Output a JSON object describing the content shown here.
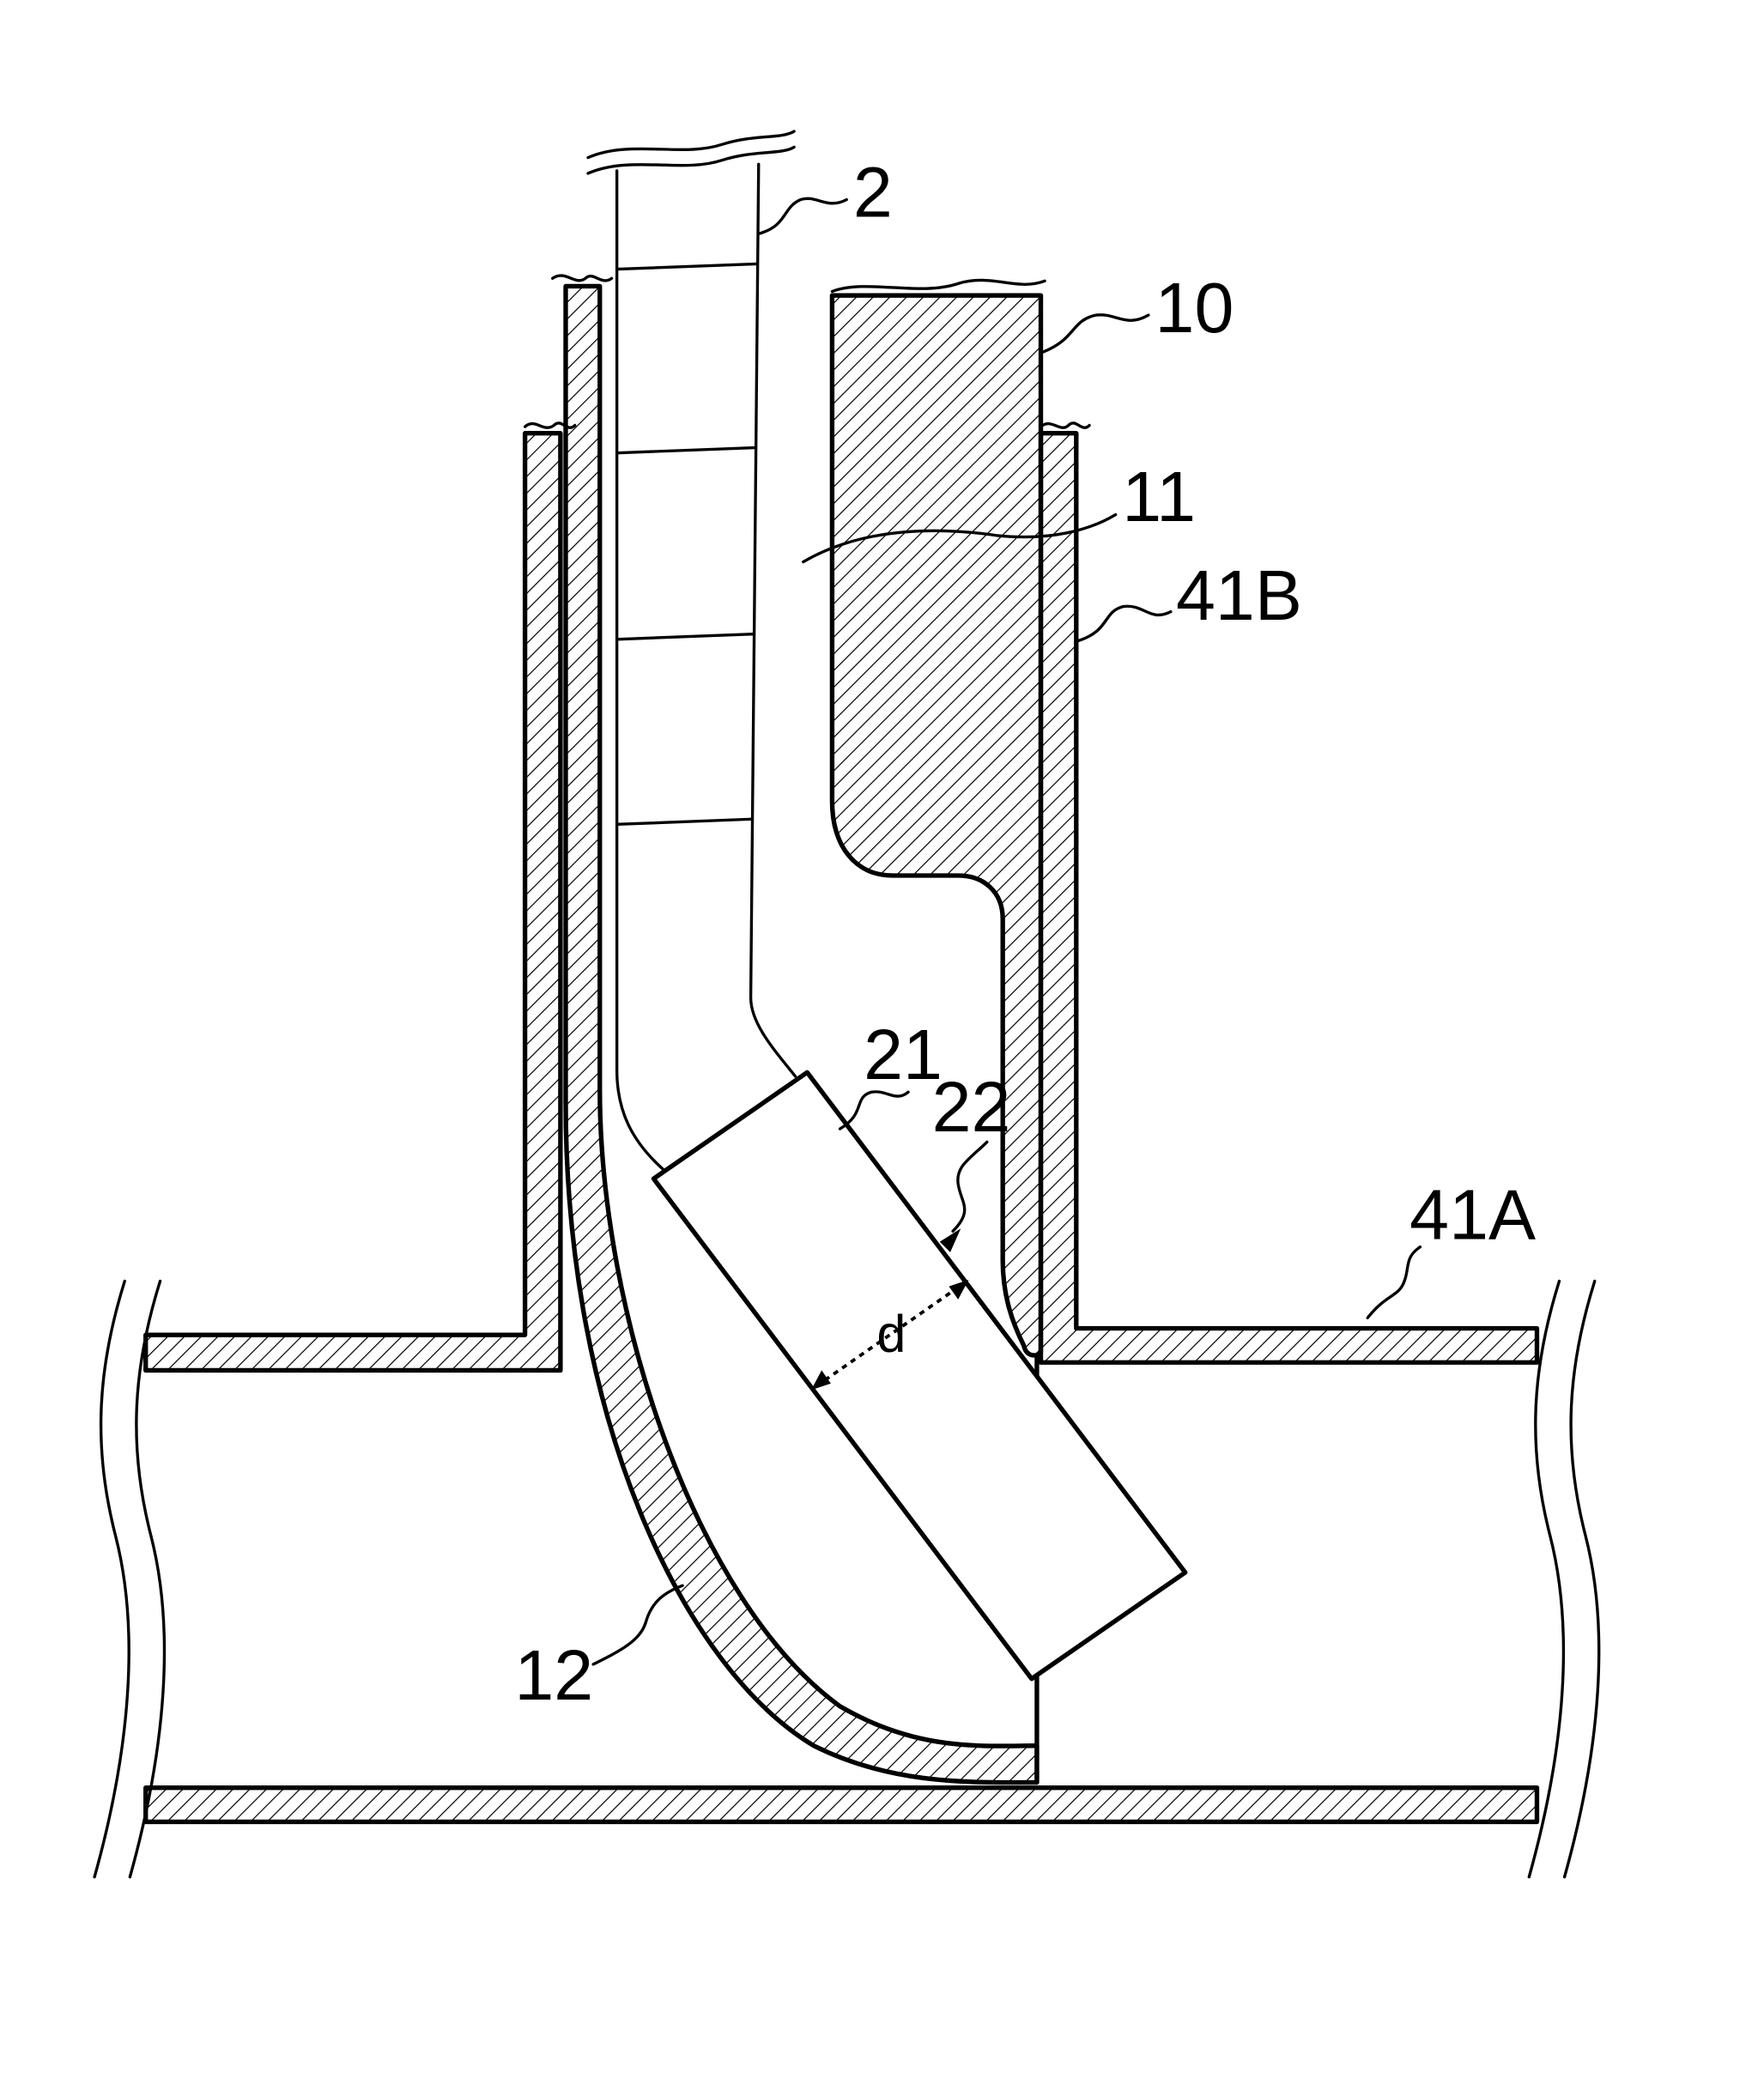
{
  "labels": {
    "n2": "2",
    "n10": "10",
    "n11": "11",
    "n41B": "41B",
    "n21": "21",
    "n22": "22",
    "n41A": "41A",
    "n12": "12",
    "d": "d"
  }
}
